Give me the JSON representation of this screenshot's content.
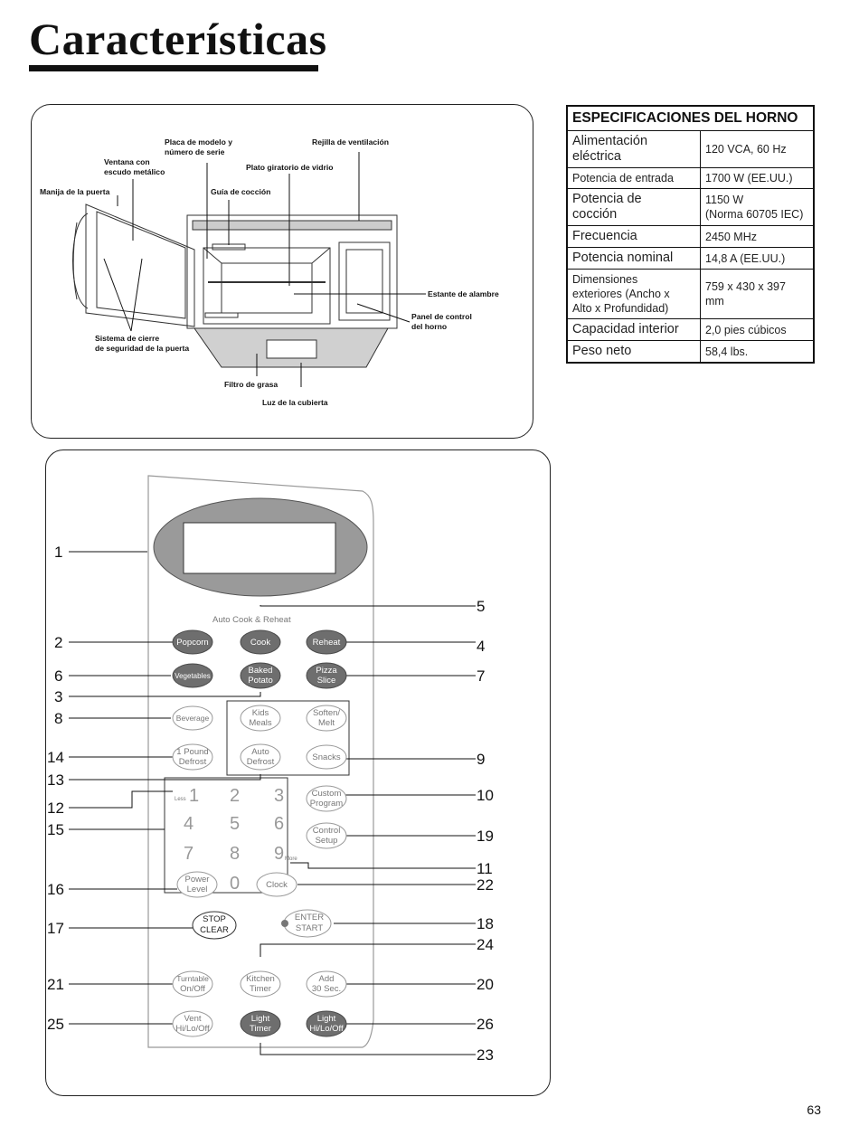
{
  "page": {
    "title": "Características",
    "page_number": "63"
  },
  "diagram": {
    "labels": [
      "Placa de modelo y",
      "número de serie",
      "Ventana con",
      "escudo metálico",
      "Manija de la puerta",
      "Guía de cocción",
      "Plato giratorio de vidrio",
      "Rejilla de ventilación",
      "Estante de alambre",
      "Panel de control",
      "del horno",
      "Sistema de cierre",
      "de seguridad de la puerta",
      "Filtro de grasa",
      "Luz de la cubierta"
    ]
  },
  "specs": {
    "title": "ESPECIFICACIONES DEL HORNO",
    "rows": [
      {
        "k1": "Alimentación",
        "k2": "eléctrica",
        "v1": "120 VCA, 60 Hz",
        "v2": ""
      },
      {
        "k1": "Potencia de entrada",
        "k2": "",
        "v1": "1700 W (EE.UU.)",
        "v2": ""
      },
      {
        "k1": "Potencia de",
        "k2": "cocción",
        "v1": "1150 W",
        "v2": "(Norma 60705 IEC)"
      },
      {
        "k1": "Frecuencia",
        "k2": "",
        "v1": "2450 MHz",
        "v2": ""
      },
      {
        "k1": "Potencia nominal",
        "k2": "",
        "v1": "14,8 A (EE.UU.)",
        "v2": ""
      },
      {
        "k1": "Dimensiones",
        "k2": "exteriores (Ancho x",
        "k3": "Alto x Profundidad)",
        "v1": "759 x 430 x 397",
        "v2": "mm"
      },
      {
        "k1": "Capacidad interior",
        "k2": "",
        "v1": "2,0 pies cúbicos",
        "v2": ""
      },
      {
        "k1": "Peso neto",
        "k2": "",
        "v1": "58,4 lbs.",
        "v2": ""
      }
    ]
  },
  "panel": {
    "section_label": "Auto Cook & Reheat",
    "buttons": {
      "popcorn": "Popcorn",
      "cook": "Cook",
      "reheat": "Reheat",
      "vegetables": "Vegetables",
      "baked1": "Baked",
      "baked2": "Potato",
      "pizza1": "Pizza",
      "pizza2": "Slice",
      "beverage": "Beverage",
      "kids1": "Kids",
      "kids2": "Meals",
      "soften1": "Soften/",
      "soften2": "Melt",
      "pound1": "1 Pound",
      "pound2": "Defrost",
      "auto1": "Auto",
      "auto2": "Defrost",
      "snacks": "Snacks",
      "custom1": "Custom",
      "custom2": "Program",
      "control1": "Control",
      "control2": "Setup",
      "power1": "Power",
      "power2": "Level",
      "clock": "Clock",
      "stop1": "STOP",
      "stop2": "CLEAR",
      "enter1": "ENTER",
      "enter2": "START",
      "turn1": "Turntable",
      "turn2": "On/Off",
      "kitchen1": "Kitchen",
      "kitchen2": "Timer",
      "add1": "Add",
      "add2": "30 Sec.",
      "vent1": "Vent",
      "vent2": "Hi/Lo/Off",
      "lt1": "Light",
      "lt2": "Timer",
      "lh1": "Light",
      "lh2": "Hi/Lo/Off"
    },
    "digits": [
      "1",
      "2",
      "3",
      "4",
      "5",
      "6",
      "7",
      "8",
      "9",
      "0"
    ],
    "less": "Less",
    "more": "More",
    "callouts": [
      "1",
      "2",
      "3",
      "4",
      "5",
      "6",
      "7",
      "8",
      "9",
      "10",
      "11",
      "12",
      "13",
      "14",
      "15",
      "16",
      "17",
      "18",
      "19",
      "20",
      "21",
      "22",
      "23",
      "24",
      "25",
      "26"
    ]
  }
}
